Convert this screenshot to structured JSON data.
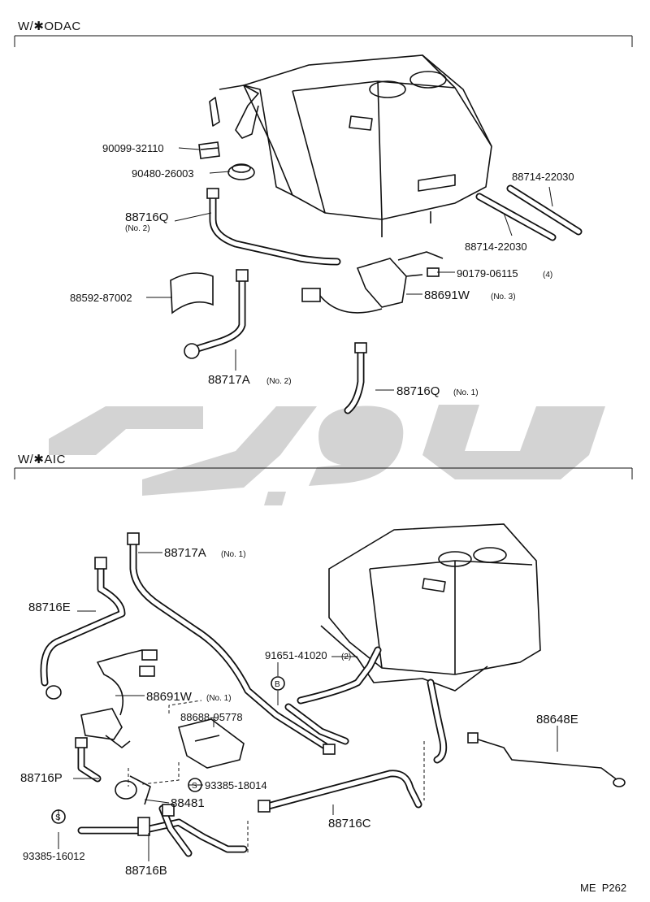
{
  "sections": [
    {
      "title": "W/✱ODAC"
    },
    {
      "title": "W/✱AIC"
    }
  ],
  "watermark": {
    "color": "#d3d3d3"
  },
  "callouts": {
    "p90099": "90099-32110",
    "p90480": "90480-26003",
    "p88716q": "88716Q",
    "p88716q_no2": "(No. 2)",
    "p88592": "88592-87002",
    "p88717a_2": "88717A",
    "p88717a_2_no": "(No. 2)",
    "p88714_a": "88714-22030",
    "p88714_b": "88714-22030",
    "p90179": "90179-06115",
    "p90179_qty": "(4)",
    "p88691w3": "88691W",
    "p88691w3_no": "(No. 3)",
    "p88716q1": "88716Q",
    "p88716q1_no": "(No. 1)",
    "p88717a_1": "88717A",
    "p88717a_1_no": "(No. 1)",
    "p88716e": "88716E",
    "p91651": "91651-41020",
    "p91651_qty": "(2)",
    "p91651_mark": "B",
    "p88691w1": "88691W",
    "p88691w1_no": "(No. 1)",
    "p88688": "88688-95778",
    "p88648e": "88648E",
    "p88716p": "88716P",
    "p93385_18014": "93385-18014",
    "p93385_18014_mark": "S",
    "p88481": "88481",
    "p93385_16012_mark": "S",
    "p93385_16012": "93385-16012",
    "p88716c": "88716C",
    "p88716b": "88716B"
  },
  "page_ref": "ME  P262"
}
